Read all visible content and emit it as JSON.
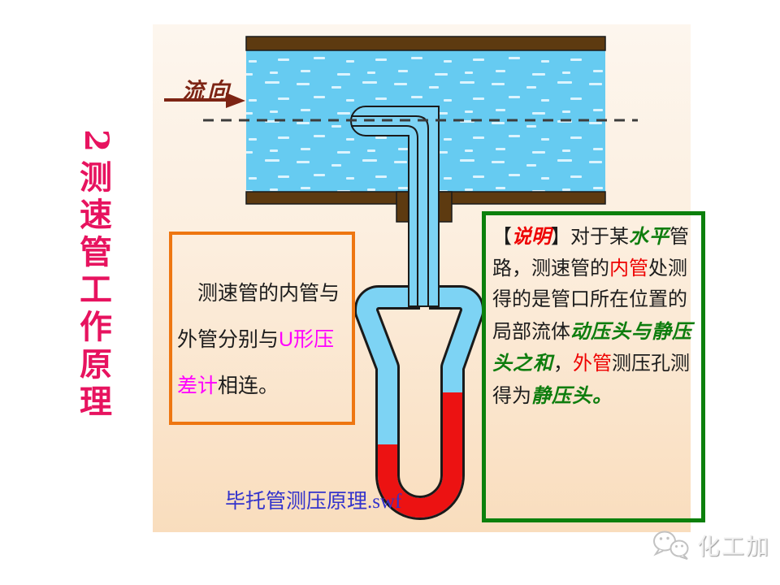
{
  "colors": {
    "title": "#e7135f",
    "maroon": "#7d2414",
    "orange": "#ee7611",
    "greenborder": "#0c800c",
    "redtext": "#ee0000",
    "greentext": "#0e7d0e",
    "magenta": "#ff00ff",
    "link": "#3333cc",
    "water": "#66cbf1",
    "tube": "#7dd3f4",
    "wall": "#5d3a10",
    "fluid": "#ec1212"
  },
  "title": {
    "chars": [
      {
        "t": "2",
        "s": "digit"
      },
      {
        "t": "测",
        "s": "char"
      },
      {
        "t": "速",
        "s": "char"
      },
      {
        "t": "管",
        "s": "char"
      },
      {
        "t": "工",
        "s": "char"
      },
      {
        "t": "作",
        "s": "char"
      },
      {
        "t": "原",
        "s": "char"
      },
      {
        "t": "理",
        "s": "char"
      }
    ]
  },
  "diagram": {
    "flow_label": "流向"
  },
  "note_box": {
    "lines": [
      [
        {
          "t": "　测速管的内管与",
          "s": "k"
        }
      ],
      [
        {
          "t": "外管分别与",
          "s": "k"
        },
        {
          "t": "U形压",
          "s": "magenta"
        }
      ],
      [
        {
          "t": "差计",
          "s": "magenta"
        },
        {
          "t": "相连。",
          "s": "k"
        }
      ]
    ]
  },
  "explain_box": {
    "lines": [
      [
        {
          "t": "【",
          "s": "k"
        },
        {
          "t": "说明",
          "s": "redkai"
        },
        {
          "t": "】",
          "s": "k"
        },
        {
          "t": "对于某",
          "s": "k"
        },
        {
          "t": "水平",
          "s": "greenkai"
        },
        {
          "t": "管",
          "s": "k"
        }
      ],
      [
        {
          "t": "路，测速管的",
          "s": "k"
        },
        {
          "t": "内管",
          "s": "red"
        },
        {
          "t": "处测",
          "s": "k"
        }
      ],
      [
        {
          "t": "得的是管口所在位置的",
          "s": "k"
        }
      ],
      [
        {
          "t": "局部流体",
          "s": "k"
        },
        {
          "t": "动压头与静压",
          "s": "greenkai"
        }
      ],
      [
        {
          "t": "头之和",
          "s": "greenkai"
        },
        {
          "t": "，",
          "s": "k"
        },
        {
          "t": "外管",
          "s": "red"
        },
        {
          "t": "测压孔测",
          "s": "k"
        }
      ],
      [
        {
          "t": "得为",
          "s": "k"
        },
        {
          "t": "静压头。",
          "s": "greenkai"
        }
      ]
    ]
  },
  "footer": {
    "link_text": "毕托管测压原理.swf",
    "logo_text": "化工加"
  }
}
